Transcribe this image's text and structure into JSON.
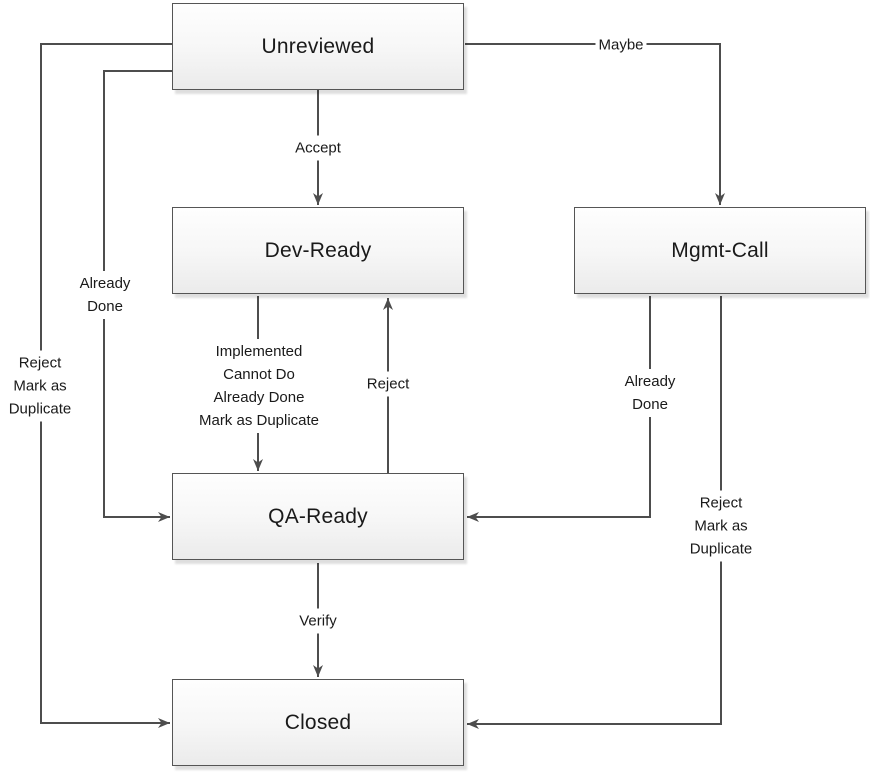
{
  "diagram": {
    "type": "state-flowchart",
    "colors": {
      "background": "#ffffff",
      "node_border": "#555555",
      "node_fill_top": "#fefefe",
      "node_fill_bottom": "#ebebeb",
      "arrow": "#4d4d4d",
      "text": "#1a1a1a"
    }
  },
  "nodes": [
    {
      "id": "unreviewed",
      "label": "Unreviewed"
    },
    {
      "id": "dev_ready",
      "label": "Dev-Ready"
    },
    {
      "id": "mgmt_call",
      "label": "Mgmt-Call"
    },
    {
      "id": "qa_ready",
      "label": "QA-Ready"
    },
    {
      "id": "closed",
      "label": "Closed"
    }
  ],
  "edges": [
    {
      "from": "Unreviewed",
      "to": "Dev-Ready",
      "label": "Accept"
    },
    {
      "from": "Unreviewed",
      "to": "Mgmt-Call",
      "label": "Maybe"
    },
    {
      "from": "Unreviewed",
      "to": "QA-Ready",
      "label": "Already\nDone"
    },
    {
      "from": "Unreviewed",
      "to": "Closed",
      "label": "Reject\nMark as\nDuplicate"
    },
    {
      "from": "Dev-Ready",
      "to": "QA-Ready",
      "label": "Implemented\nCannot Do\nAlready Done\nMark as Duplicate"
    },
    {
      "from": "QA-Ready",
      "to": "Dev-Ready",
      "label": "Reject"
    },
    {
      "from": "Mgmt-Call",
      "to": "QA-Ready",
      "label": "Already\nDone"
    },
    {
      "from": "Mgmt-Call",
      "to": "Closed",
      "label": "Reject\nMark as\nDuplicate"
    },
    {
      "from": "QA-Ready",
      "to": "Closed",
      "label": "Verify"
    }
  ]
}
